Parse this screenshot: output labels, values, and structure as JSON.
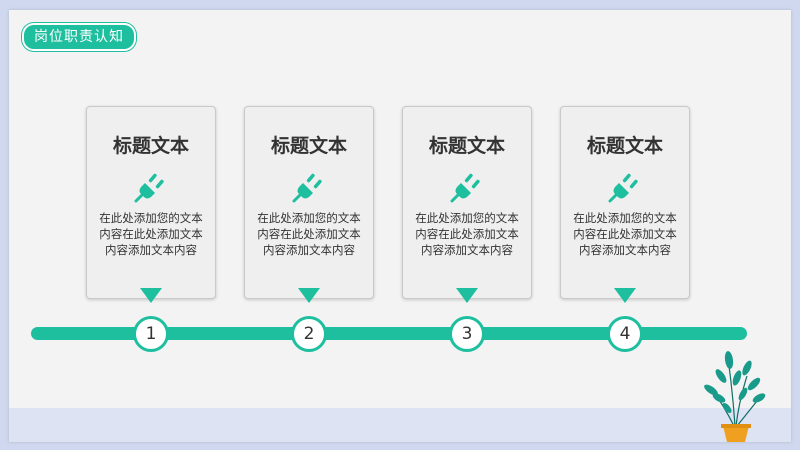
{
  "header": {
    "tag_label": "岗位职责认知"
  },
  "cards": [
    {
      "title": "标题文本",
      "body": "在此处添加您的文本内容在此处添加文本内容添加文本内容",
      "number": "1",
      "icon": "plug-icon"
    },
    {
      "title": "标题文本",
      "body": "在此处添加您的文本内容在此处添加文本内容添加文本内容",
      "number": "2",
      "icon": "plug-icon"
    },
    {
      "title": "标题文本",
      "body": "在此处添加您的文本内容在此处添加文本内容添加文本内容",
      "number": "3",
      "icon": "plug-icon"
    },
    {
      "title": "标题文本",
      "body": "在此处添加您的文本内容在此处添加文本内容添加文本内容",
      "number": "4",
      "icon": "plug-icon"
    }
  ],
  "colors": {
    "accent": "#1ebf9f",
    "pot": "#f0a020",
    "leaf": "#1a9a8a"
  }
}
